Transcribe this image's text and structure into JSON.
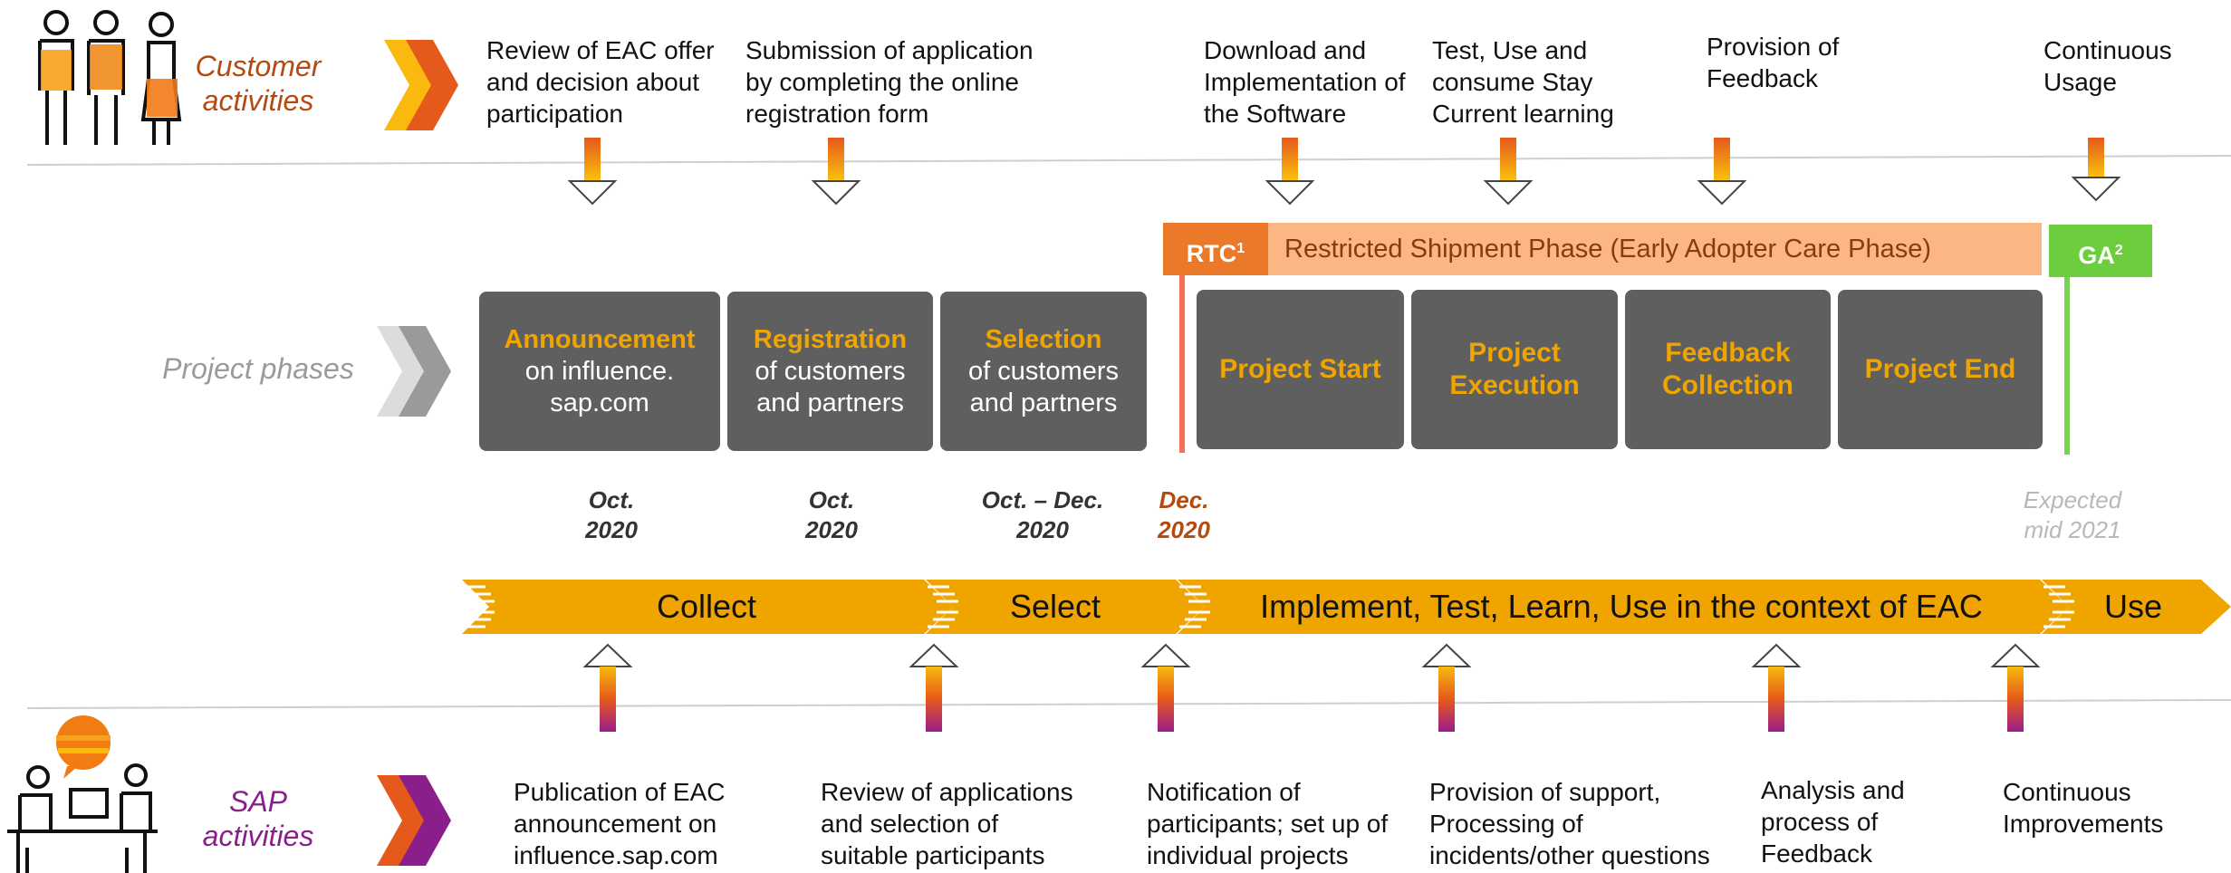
{
  "customer": {
    "label": "Customer\nactivities",
    "steps": [
      "Review of EAC offer\nand decision about\nparticipation",
      "Submission of application\nby completing the online\nregistration form",
      "Download and\nImplementation of\nthe Software",
      "Test, Use and\nconsume Stay\nCurrent learning",
      "Provision of\nFeedback",
      "Continuous\nUsage"
    ]
  },
  "project": {
    "label": "Project phases",
    "phases": [
      {
        "title": "Announcement",
        "sub": "on influence.\nsap.com"
      },
      {
        "title": "Registration",
        "sub": "of customers\nand partners"
      },
      {
        "title": "Selection",
        "sub": "of customers\nand partners"
      },
      {
        "title": "Project Start",
        "sub": ""
      },
      {
        "title": "Project\nExecution",
        "sub": ""
      },
      {
        "title": "Feedback\nCollection",
        "sub": ""
      },
      {
        "title": "Project End",
        "sub": ""
      }
    ],
    "rtc_label": "RTC",
    "rtc_sup": "1",
    "restricted_label": "Restricted Shipment Phase (Early Adopter Care Phase)",
    "ga_label": "GA",
    "ga_sup": "2"
  },
  "dates": [
    "Oct.\n2020",
    "Oct.\n2020",
    "Oct. – Dec.\n2020",
    "Dec.\n2020",
    "Expected\nmid 2021"
  ],
  "band": {
    "segments": [
      "Collect",
      "Select",
      "Implement, Test, Learn, Use in the context of EAC",
      "Use"
    ]
  },
  "sap": {
    "label": "SAP\nactivities",
    "steps": [
      "Publication of EAC\nannouncement on\ninfluence.sap.com",
      "Review of applications\nand selection of\nsuitable participants",
      "Notification of\nparticipants; set up of\nindividual projects",
      "Provision of support,\nProcessing of\nincidents/other questions",
      "Analysis and\nprocess of\nFeedback",
      "Continuous\nImprovements"
    ]
  },
  "colors": {
    "orange": "#f0a400",
    "dark_orange": "#e55a1a",
    "purple": "#8a1f8c",
    "grey_box": "#5f5f5f",
    "rtc": "#ea7a2a",
    "restricted": "#fbb684",
    "ga": "#6ccd3d",
    "dec_date": "#b54a10",
    "expected_date": "#b8b8b8"
  }
}
